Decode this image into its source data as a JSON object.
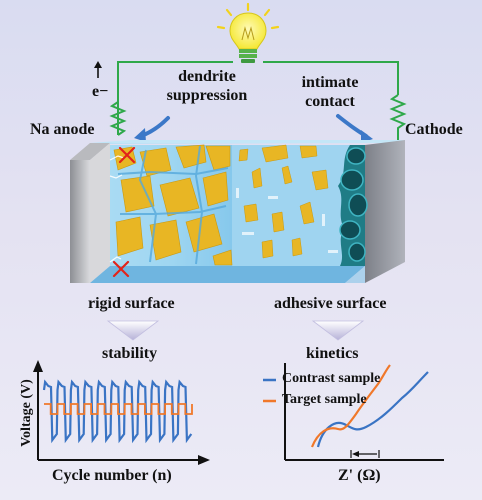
{
  "labels": {
    "electron": "e−",
    "dendrite_line1": "dendrite",
    "dendrite_line2": "suppression",
    "intimate_line1": "intimate",
    "intimate_line2": "contact",
    "na_anode": "Na anode",
    "cathode": "Cathode",
    "rigid_surface": "rigid surface",
    "adhesive_surface": "adhesive surface",
    "stability": "stability",
    "kinetics": "kinetics"
  },
  "stability_plot": {
    "ylabel": "Voltage (V)",
    "xlabel": "Cycle number (n)",
    "colors": {
      "blue": "#3a74c4",
      "orange": "#f0782a"
    }
  },
  "kinetics_plot": {
    "legend": [
      "Contrast sample",
      "Target sample"
    ],
    "xlabel": "Z' (Ω)",
    "colors": {
      "blue": "#3a74c4",
      "orange": "#f0782a"
    }
  },
  "colors": {
    "wire": "#2fa84a",
    "bulb": "#f7ee3a",
    "electrolyte": "#8fd2f2",
    "filler": "#e8b624",
    "cathode": "#1f7c86"
  }
}
